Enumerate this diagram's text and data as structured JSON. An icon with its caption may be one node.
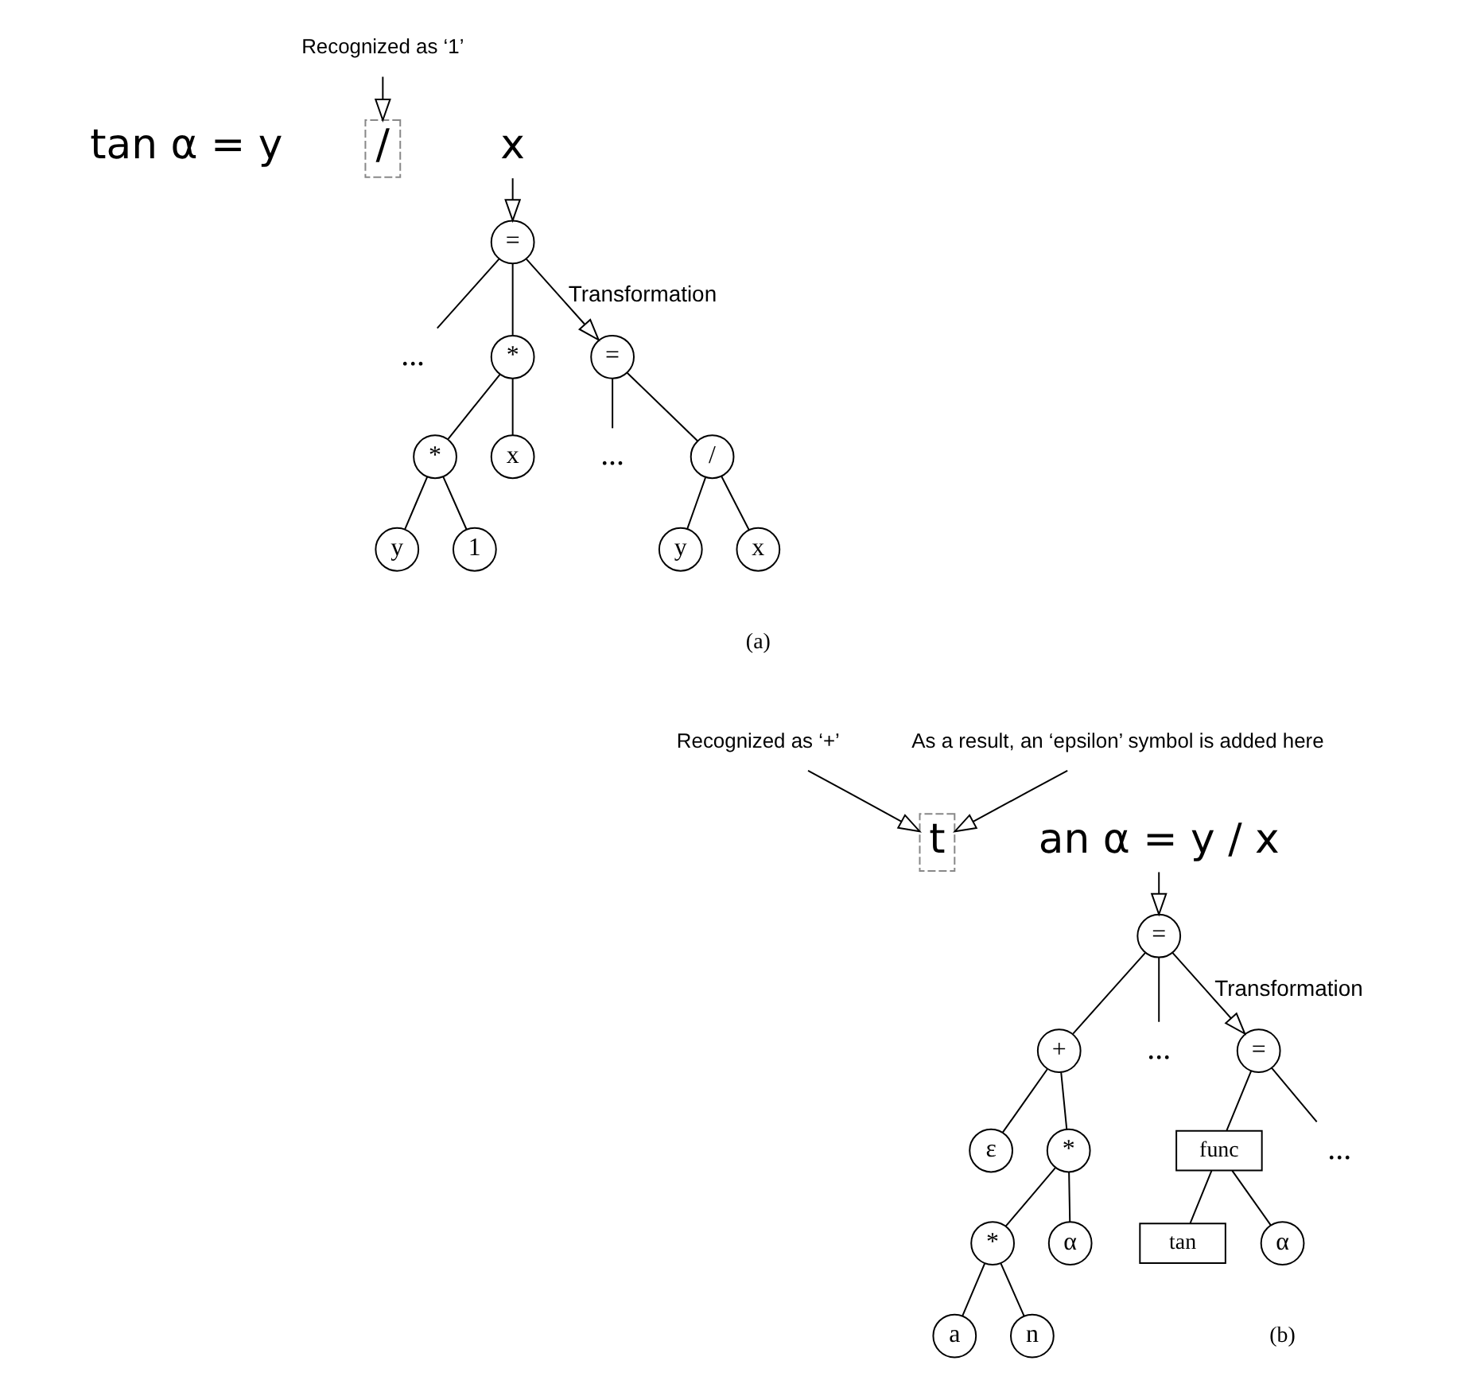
{
  "diagram": {
    "nodes": [
      {
        "text": [
          "tan α = y"
        ]
      },
      {
        "text": [
          "/"
        ]
      },
      {
        "text": [
          "x"
        ]
      },
      {
        "text": [
          "Recognized as ‘1’"
        ]
      },
      {
        "text": [
          "="
        ]
      },
      {
        "text": [
          "..."
        ]
      },
      {
        "text": [
          "*"
        ]
      },
      {
        "text": [
          "*"
        ]
      },
      {
        "text": [
          "x"
        ]
      },
      {
        "text": [
          "y"
        ]
      },
      {
        "text": [
          "1"
        ]
      },
      {
        "text": [
          "="
        ]
      },
      {
        "text": [
          "..."
        ]
      },
      {
        "text": [
          "/"
        ]
      },
      {
        "text": [
          "y"
        ]
      },
      {
        "text": [
          "x"
        ]
      },
      {
        "text": [
          "Recognized as ‘+’"
        ]
      },
      {
        "text": [
          "t"
        ]
      },
      {
        "text": [
          "an α = y / x"
        ]
      },
      {
        "text": [
          "As a result, an ‘epsilon’ symbol is added here"
        ]
      },
      {
        "text": [
          "="
        ]
      },
      {
        "text": [
          "+"
        ]
      },
      {
        "text": [
          "..."
        ]
      },
      {
        "text": [
          "ε"
        ]
      },
      {
        "text": [
          "*"
        ]
      },
      {
        "text": [
          "*"
        ]
      },
      {
        "text": [
          "α"
        ]
      },
      {
        "text": [
          "a"
        ]
      },
      {
        "text": [
          "n"
        ]
      },
      {
        "text": [
          "="
        ]
      },
      {
        "text": [
          "func"
        ]
      },
      {
        "text": [
          "..."
        ]
      },
      {
        "text": [
          "tan"
        ]
      },
      {
        "text": [
          "α"
        ]
      }
    ],
    "edges": [
      {
        "from": 3,
        "to": 1,
        "arrow": "to"
      },
      {
        "from": 2,
        "to": 4,
        "arrow": "to"
      },
      {
        "from": 4,
        "to": 5,
        "arrow": "none"
      },
      {
        "from": 4,
        "to": 6,
        "arrow": "none"
      },
      {
        "from": 6,
        "to": 7,
        "arrow": "none"
      },
      {
        "from": 6,
        "to": 8,
        "arrow": "none"
      },
      {
        "from": 7,
        "to": 9,
        "arrow": "none"
      },
      {
        "from": 7,
        "to": 10,
        "arrow": "none"
      },
      {
        "from": 4,
        "to": 11,
        "arrow": "to",
        "label": "Transformation"
      },
      {
        "from": 11,
        "to": 12,
        "arrow": "none"
      },
      {
        "from": 11,
        "to": 13,
        "arrow": "none"
      },
      {
        "from": 13,
        "to": 14,
        "arrow": "none"
      },
      {
        "from": 13,
        "to": 15,
        "arrow": "none"
      },
      {
        "from": 16,
        "to": 17,
        "arrow": "to"
      },
      {
        "from": 19,
        "to": 17,
        "arrow": "to"
      },
      {
        "from": 18,
        "to": 20,
        "arrow": "to"
      },
      {
        "from": 20,
        "to": 21,
        "arrow": "none"
      },
      {
        "from": 20,
        "to": 22,
        "arrow": "none"
      },
      {
        "from": 21,
        "to": 23,
        "arrow": "none"
      },
      {
        "from": 21,
        "to": 24,
        "arrow": "none"
      },
      {
        "from": 24,
        "to": 25,
        "arrow": "none"
      },
      {
        "from": 24,
        "to": 26,
        "arrow": "none"
      },
      {
        "from": 25,
        "to": 27,
        "arrow": "none"
      },
      {
        "from": 25,
        "to": 28,
        "arrow": "none"
      },
      {
        "from": 20,
        "to": 29,
        "arrow": "to",
        "label": "Transformation"
      },
      {
        "from": 29,
        "to": 30,
        "arrow": "none"
      },
      {
        "from": 29,
        "to": 31,
        "arrow": "none"
      },
      {
        "from": 30,
        "to": 32,
        "arrow": "none"
      },
      {
        "from": 30,
        "to": 33,
        "arrow": "none"
      }
    ],
    "labels": [
      "(a)",
      "(b)"
    ]
  }
}
